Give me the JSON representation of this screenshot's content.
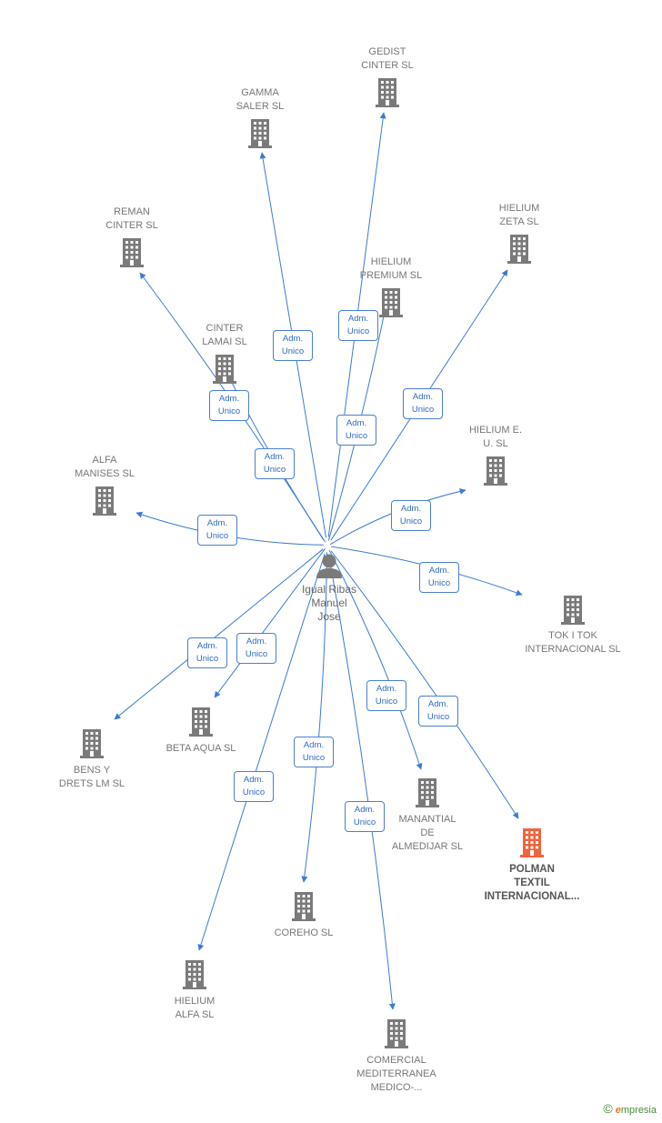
{
  "center": {
    "name": "Igual Ribas\nManuel\nJose"
  },
  "relation_label": "Adm.\nUnico",
  "colors": {
    "edge": "#3a7bd5",
    "building": "#7a7a7a",
    "highlight": "#f0643c",
    "person": "#7a7a7a"
  },
  "companies": [
    {
      "id": "gedist",
      "name": "GEDIST\nCINTER SL"
    },
    {
      "id": "gamma",
      "name": "GAMMA\nSALER SL"
    },
    {
      "id": "reman",
      "name": "REMAN\nCINTER SL"
    },
    {
      "id": "hielium-zeta",
      "name": "HIELIUM\nZETA SL"
    },
    {
      "id": "hielium-premium",
      "name": "HIELIUM\nPREMIUM SL"
    },
    {
      "id": "cinter-lamai",
      "name": "CINTER\nLAMAI SL"
    },
    {
      "id": "hielium-eu",
      "name": "HIELIUM E.\nU. SL"
    },
    {
      "id": "alfa-manises",
      "name": "ALFA\nMANISES SL"
    },
    {
      "id": "tok-i-tok",
      "name": "TOK I TOK\nINTERNACIONAL SL"
    },
    {
      "id": "beta-aqua",
      "name": "BETA AQUA SL"
    },
    {
      "id": "bens-y-drets",
      "name": "BENS Y\nDRETS LM SL"
    },
    {
      "id": "manantial",
      "name": "MANANTIAL\nDE\nALMEDIJAR SL"
    },
    {
      "id": "polman",
      "name": "POLMAN\nTEXTIL\nINTERNACIONAL...",
      "highlight": true
    },
    {
      "id": "coreho",
      "name": "COREHO SL"
    },
    {
      "id": "hielium-alfa",
      "name": "HIELIUM\nALFA SL"
    },
    {
      "id": "comercial",
      "name": "COMERCIAL\nMEDITERRANEA\nMEDICO-..."
    }
  ],
  "watermark": {
    "symbol": "©",
    "brand_initial": "e",
    "brand_rest": "mpresia"
  }
}
